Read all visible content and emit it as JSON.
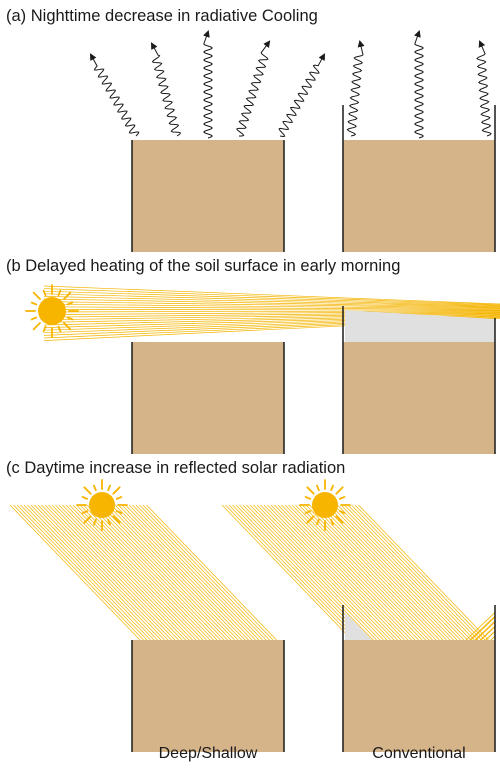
{
  "panels": {
    "a": {
      "title": "(a)  Nighttime decrease in radiative Cooling"
    },
    "b": {
      "title": "(b  Delayed heating of the soil surface in early morning"
    },
    "c": {
      "title": "(c  Daytime increase in reflected solar radiation"
    }
  },
  "labels": {
    "deep_shallow": "Deep/Shallow",
    "conventional": "Conventional"
  },
  "colors": {
    "soil": "#d6b48a",
    "ray": "#f4b400",
    "sun": "#f7b500",
    "shadow": "#e0e0e0",
    "wall": "#1a1a1a"
  }
}
